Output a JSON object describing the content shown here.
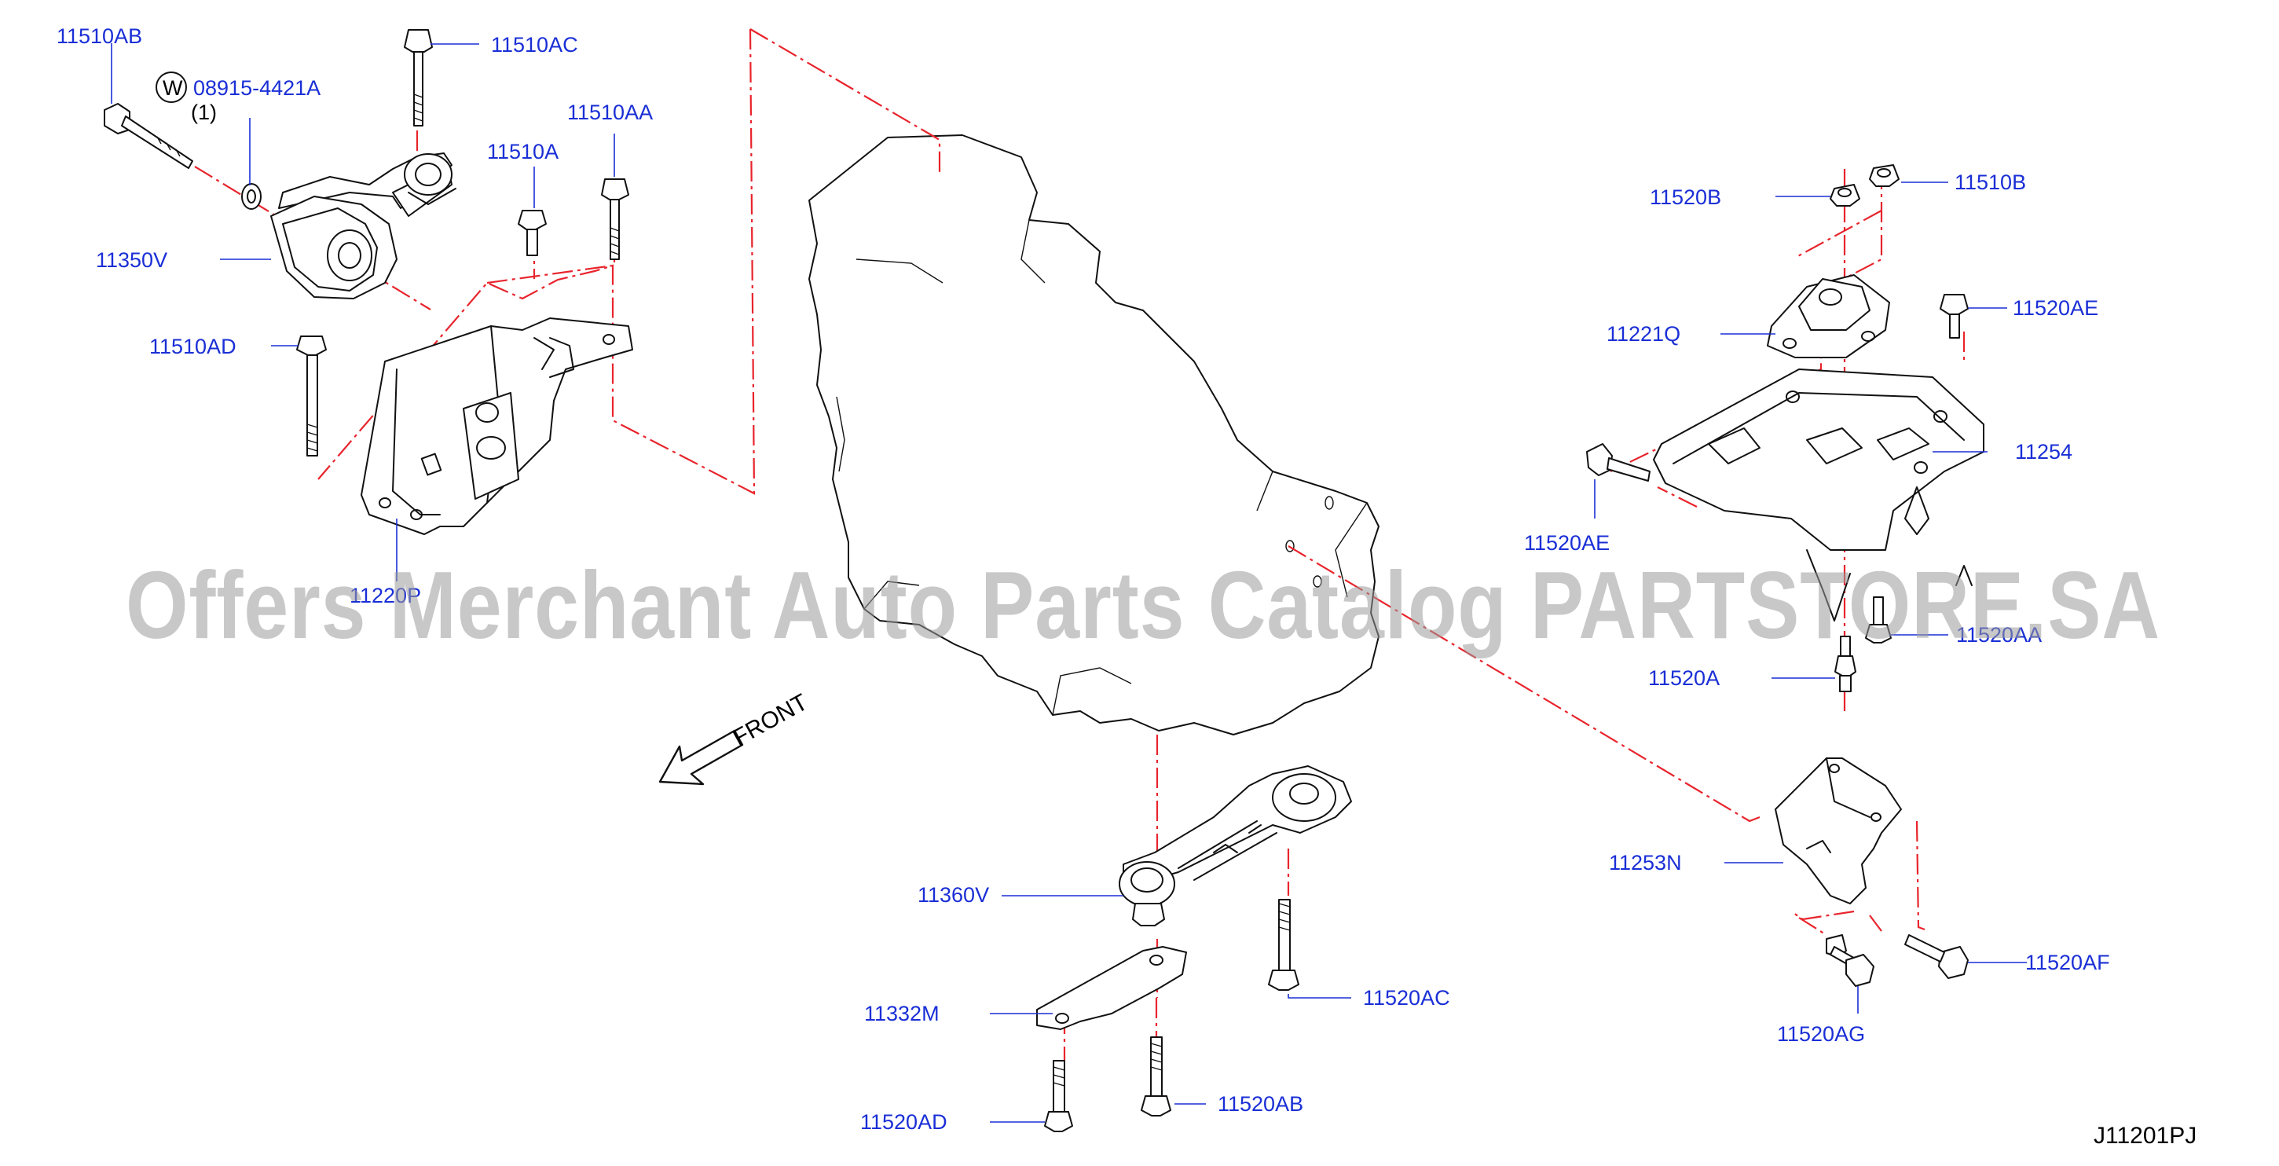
{
  "diagram": {
    "code": "J11201PJ",
    "front_label": "FRONT",
    "watermark": "Offers Merchant Auto Parts Catalog PARTSTORE.SA",
    "washer_symbol": "W",
    "washer_qty": "(1)",
    "labels": {
      "p11510AB": "11510AB",
      "p11510AC": "11510AC",
      "p08915": "08915-4421A",
      "p11510AA": "11510AA",
      "p11510A": "11510A",
      "p11350V": "11350V",
      "p11510AD": "11510AD",
      "p11220P": "11220P",
      "p11520B": "11520B",
      "p11510B": "11510B",
      "p11221Q": "11221Q",
      "p11520AE_top": "11520AE",
      "p11254": "11254",
      "p11520AE_left": "11520AE",
      "p11520AA": "11520AA",
      "p11520A": "11520A",
      "p11253N": "11253N",
      "p11520AF": "11520AF",
      "p11520AG": "11520AG",
      "p11360V": "11360V",
      "p11520AC": "11520AC",
      "p11332M": "11332M",
      "p11520AD": "11520AD",
      "p11520AB": "11520AB"
    }
  }
}
